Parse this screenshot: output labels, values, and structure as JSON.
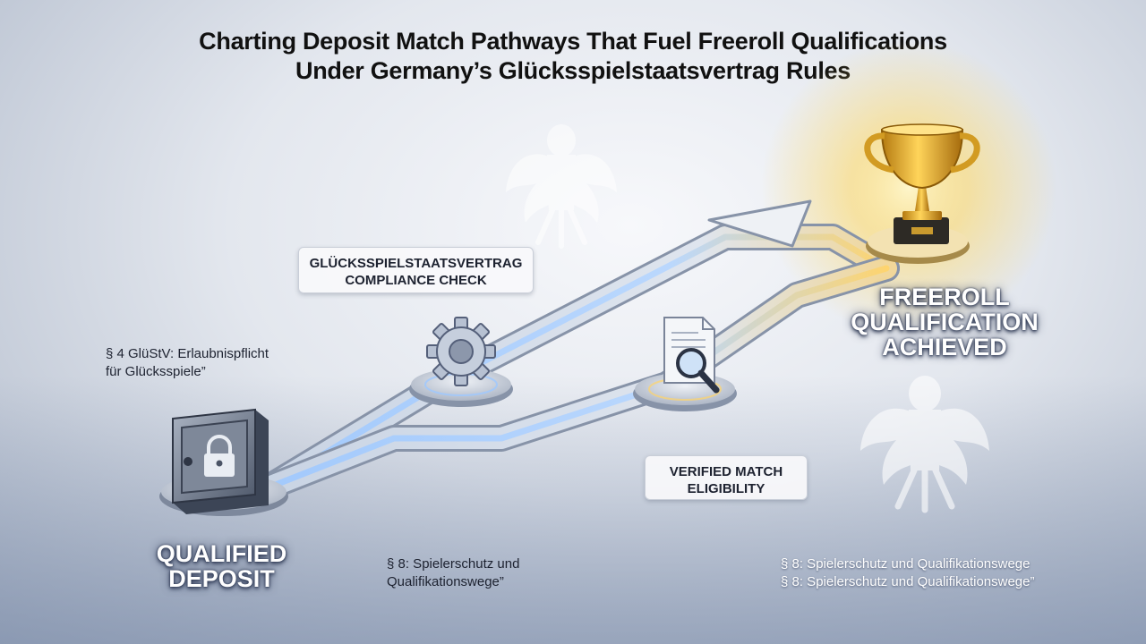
{
  "title": {
    "line1": "Charting Deposit Match Pathways That Fuel Freeroll Qualifications",
    "line2": "Under Germany’s Glücksspielstaatsvertrag Rules"
  },
  "nodes": {
    "deposit": {
      "line1": "QUALIFIED",
      "line2": "DEPOSIT",
      "icon": "safe-lock-icon"
    },
    "compliance": {
      "line1": "GLÜCKSSPIELSTAATSVERTRAG",
      "line2": "COMPLIANCE CHECK",
      "icon": "gear-icon"
    },
    "verified": {
      "line1": "VERIFIED MATCH",
      "line2": "ELIGIBILITY",
      "icon": "document-magnifier-icon"
    },
    "freeroll": {
      "line1": "FREEROLL",
      "line2": "QUALIFICATION",
      "line3": "ACHIEVED",
      "icon": "trophy-icon"
    }
  },
  "citations": {
    "left": {
      "line1": "§ 4 GlüStV: Erlaubnispflicht",
      "line2": "für Glücksspiele”"
    },
    "middle": {
      "line1": "§ 8: Spielerschutz und",
      "line2": "Qualifikationswege”"
    },
    "right": {
      "line1": "§ 8: Spielerschutz und Qualifikationswege",
      "line2": "§ 8: Spielerschutz und Qualifikationswege”"
    }
  },
  "decorations": {
    "emblem": "federal-eagle-icon"
  },
  "colors": {
    "path_glow": "#7fb6ff",
    "gold": "#f2b320",
    "platform": "#d7dce6"
  }
}
